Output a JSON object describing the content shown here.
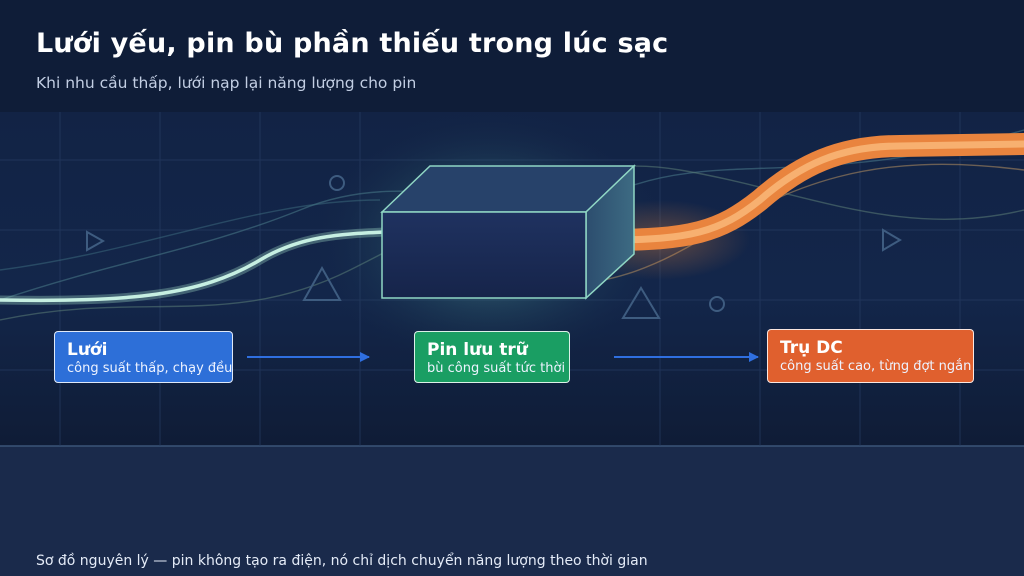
{
  "header": {
    "title": "Lưới yếu, pin bù phần thiếu trong lúc sạc",
    "subtitle": "Khi nhu cầu thấp, lưới nạp lại năng lượng cho pin"
  },
  "nodes": [
    {
      "id": "grid",
      "label": "Lưới",
      "sublabel": "công suất thấp, chạy đều",
      "color": "#2d6fd8"
    },
    {
      "id": "battery",
      "label": "Pin lưu trữ",
      "sublabel": "bù công suất tức thời",
      "color": "#1a9e63"
    },
    {
      "id": "dc",
      "label": "Trụ DC",
      "sublabel": "công suất cao, từng đợt ngắn",
      "color": "#e0602e"
    }
  ],
  "colors": {
    "background": "#0f1d38",
    "low_power_flow": "#9fd8c4",
    "high_power_flow": "#f0924a",
    "arrow": "#2f6fe0"
  },
  "footer": {
    "caption": "Sơ đồ nguyên lý — pin không tạo ra điện, nó chỉ dịch chuyển năng lượng theo thời gian"
  }
}
